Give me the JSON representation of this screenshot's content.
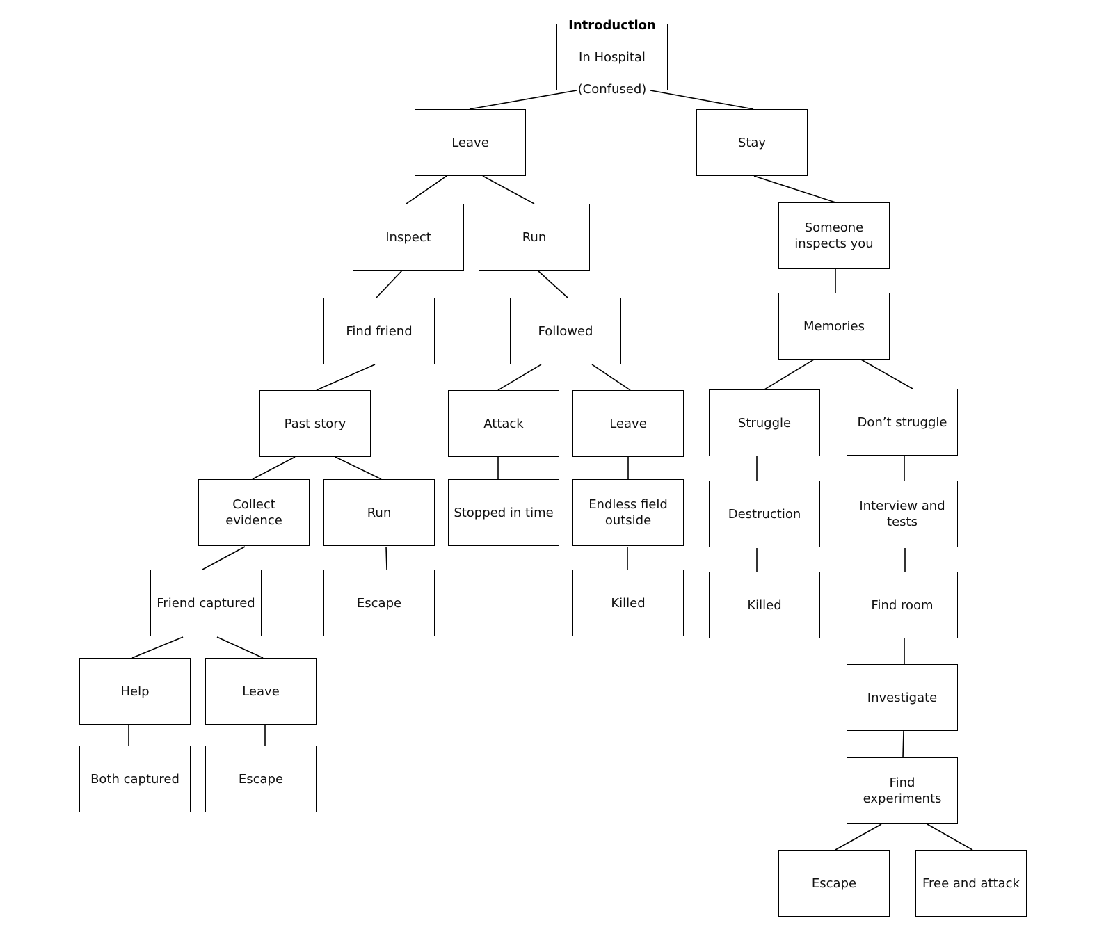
{
  "diagram": {
    "root": {
      "title": "Introduction",
      "subtitle_1": "In Hospital",
      "subtitle_2": "(Confused)"
    },
    "nodes": {
      "leave_1": "Leave",
      "stay": "Stay",
      "inspect": "Inspect",
      "run_1": "Run",
      "someone_inspects": "Someone\ninspects you",
      "find_friend": "Find friend",
      "followed": "Followed",
      "memories": "Memories",
      "past_story": "Past story",
      "attack": "Attack",
      "leave_2": "Leave",
      "struggle": "Struggle",
      "dont_struggle": "Don’t struggle",
      "collect_evidence": "Collect evidence",
      "run_2": "Run",
      "stopped_in_time": "Stopped in time",
      "endless_field": "Endless field\noutside",
      "destruction": "Destruction",
      "interview_tests": "Interview and\ntests",
      "friend_captured": "Friend captured",
      "escape_1": "Escape",
      "killed_1": "Killed",
      "killed_2": "Killed",
      "find_room": "Find room",
      "help": "Help",
      "leave_3": "Leave",
      "investigate": "Investigate",
      "both_captured": "Both captured",
      "escape_2": "Escape",
      "find_experiments": "Find experiments",
      "escape_3": "Escape",
      "free_and_attack": "Free and attack"
    }
  }
}
